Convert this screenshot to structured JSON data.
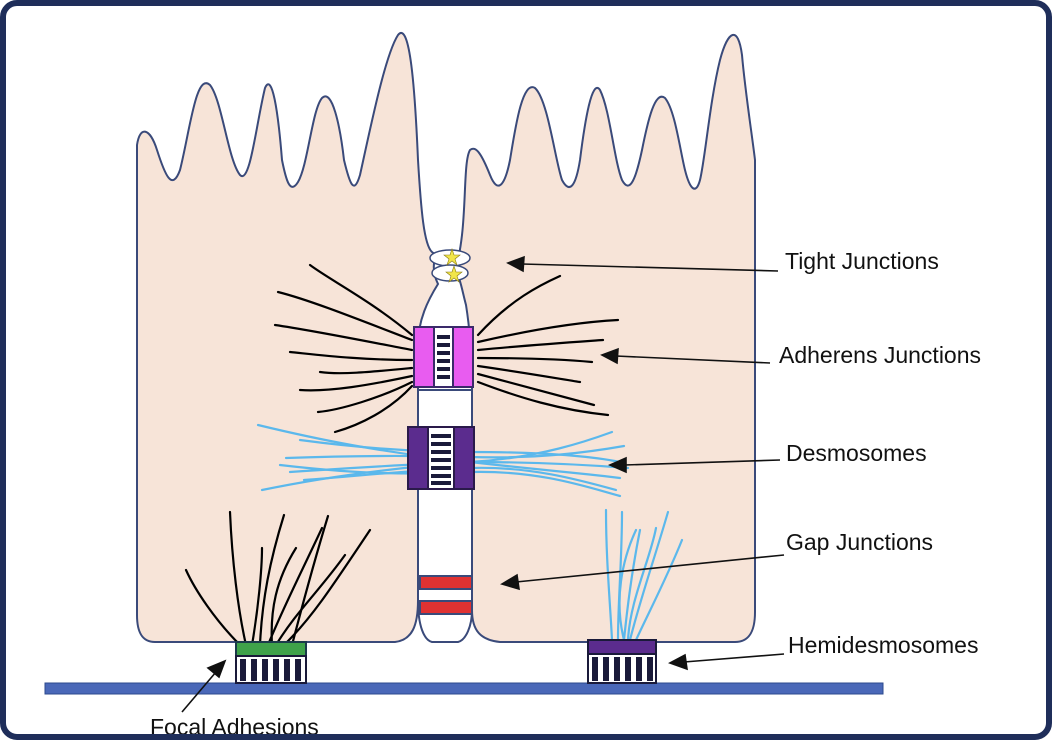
{
  "labels": {
    "tight_junctions": "Tight Junctions",
    "adherens_junctions": "Adherens Junctions",
    "desmosomes": "Desmosomes",
    "gap_junctions": "Gap Junctions",
    "hemidesmosomes": "Hemidesmosomes",
    "focal_adhesions": "Focal Adhesions"
  },
  "colors": {
    "frame_border": "#1f2e5a",
    "cell_fill": "#f7e4d8",
    "cell_outline": "#3a4a7a",
    "basement_membrane": "#4a68b8",
    "adherens_plaque": "#e85cf0",
    "desmosome_plaque": "#5b2c8e",
    "gap_junction": "#e03232",
    "focal_adhesion_plaque": "#3fa24a",
    "hemidesmosome_plaque": "#5b2c8e",
    "actin_filaments": "#000000",
    "intermediate_filaments": "#5bb8ec",
    "tight_junction_star": "#f2e64a"
  }
}
